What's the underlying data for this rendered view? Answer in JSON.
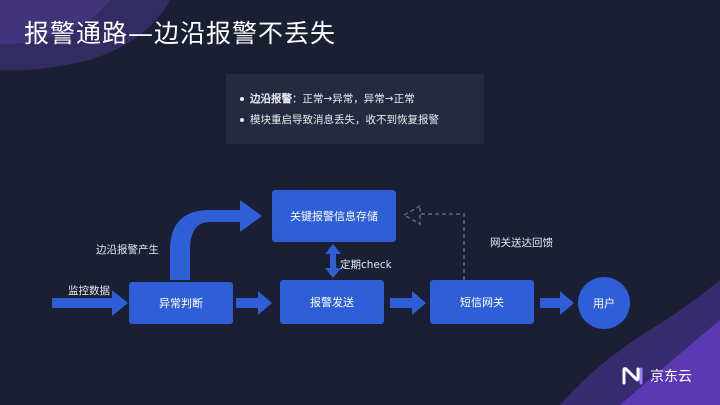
{
  "title": "报警通路—边沿报警不丢失",
  "note": {
    "line1_bold": "边沿报警",
    "line1_rest": "：正常→异常，异常→正常",
    "line2": "模块重启导致消息丢失，收不到恢复报警"
  },
  "nodes": {
    "storage": "关键报警信息存储",
    "judge": "异常判断",
    "send": "报警发送",
    "sms": "短信网关",
    "user": "用户"
  },
  "labels": {
    "monitor": "监控数据",
    "edge_alarm": "边沿报警产生",
    "periodic_check": "定期check",
    "gateway_feedback": "网关送达回馈"
  },
  "logo": "京东云",
  "colors": {
    "background": "#1b1f33",
    "node": "#2e5fd6",
    "note_bg": "#252a40",
    "accent": "#7b4ff0"
  }
}
